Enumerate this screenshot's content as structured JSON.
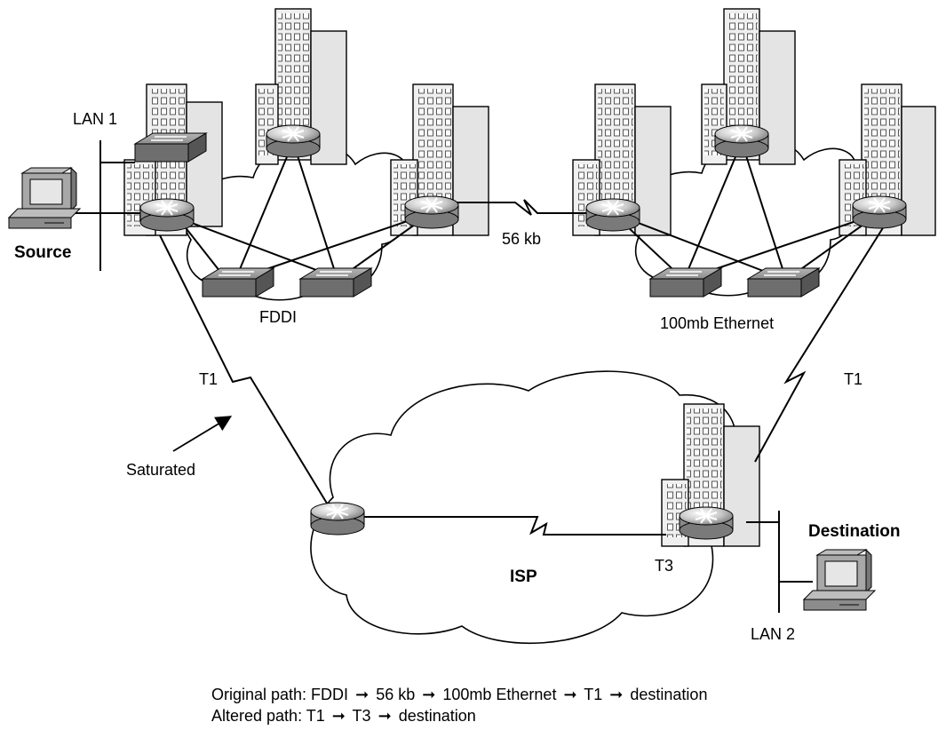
{
  "labels": {
    "lan1": "LAN 1",
    "source": "Source",
    "fddi": "FDDI",
    "speed_56kb": "56 kb",
    "ethernet_100mb": "100mb Ethernet",
    "t1_left": "T1",
    "t1_right": "T1",
    "saturated": "Saturated",
    "isp": "ISP",
    "t3": "T3",
    "destination": "Destination",
    "lan2": "LAN 2"
  },
  "legend": {
    "original": {
      "prefix": "Original path: FDDI",
      "steps": [
        "56 kb",
        "100mb Ethernet",
        "T1",
        "destination"
      ]
    },
    "altered": {
      "prefix": "Altered path: T1",
      "steps": [
        "T3",
        "destination"
      ]
    }
  },
  "colors": {
    "line": "#000000",
    "building_fill": "#f2f2f2",
    "building_window": "#ffffff",
    "router_fill": "#c8c8c8",
    "switch_fill": "#8c8c8c",
    "cloud_fill": "#ffffff"
  }
}
